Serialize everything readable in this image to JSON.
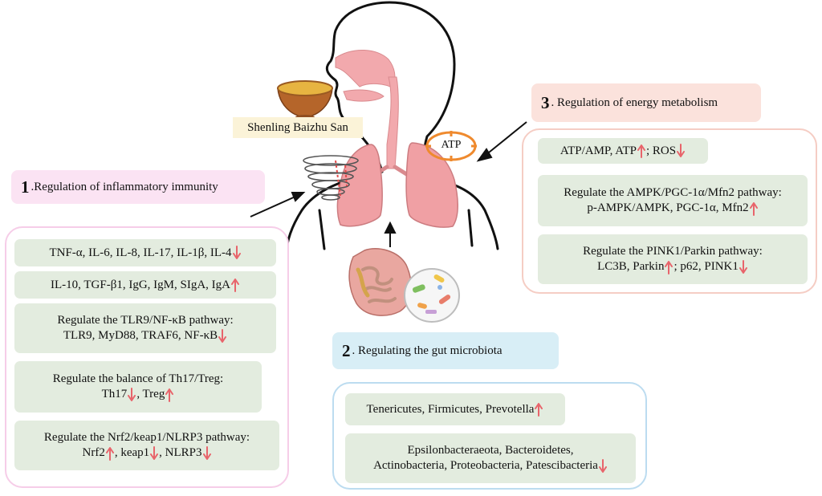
{
  "center": {
    "label": "Shenling Baizhu San",
    "atp_label": "ATP"
  },
  "section1": {
    "number": "1",
    "title": ".Regulation of inflammatory immunity",
    "items": [
      {
        "lines": [
          [
            {
              "t": "TNF-α, IL-6, IL-8, IL-17, IL-1β, IL-4"
            },
            {
              "a": "down"
            }
          ]
        ]
      },
      {
        "lines": [
          [
            {
              "t": "IL-10, TGF-β1, IgG, IgM, SIgA, IgA"
            },
            {
              "a": "up"
            }
          ]
        ]
      },
      {
        "lines": [
          [
            {
              "t": "Regulate the TLR9/NF-κB pathway:"
            }
          ],
          [
            {
              "t": "TLR9, MyD88, TRAF6, NF-κB"
            },
            {
              "a": "down"
            }
          ]
        ]
      },
      {
        "lines": [
          [
            {
              "t": "Regulate the balance of Th17/Treg:"
            }
          ],
          [
            {
              "t": "Th17"
            },
            {
              "a": "down"
            },
            {
              "t": ", Treg"
            },
            {
              "a": "up"
            }
          ]
        ]
      },
      {
        "lines": [
          [
            {
              "t": "Regulate the Nrf2/keap1/NLRP3 pathway:"
            }
          ],
          [
            {
              "t": "Nrf2"
            },
            {
              "a": "up"
            },
            {
              "t": ", keap1"
            },
            {
              "a": "down"
            },
            {
              "t": ", NLRP3"
            },
            {
              "a": "down"
            }
          ]
        ]
      }
    ]
  },
  "section2": {
    "number": "2",
    "title": ". Regulating the gut microbiota",
    "items": [
      {
        "lines": [
          [
            {
              "t": "Tenericutes, Firmicutes, Prevotella"
            },
            {
              "a": "up"
            }
          ]
        ]
      },
      {
        "lines": [
          [
            {
              "t": "Epsilonbacteraeota, Bacteroidetes,"
            }
          ],
          [
            {
              "t": "Actinobacteria, Proteobacteria, Patescibacteria"
            },
            {
              "a": "down"
            }
          ]
        ]
      }
    ]
  },
  "section3": {
    "number": "3",
    "title": ". Regulation of energy metabolism",
    "items": [
      {
        "lines": [
          [
            {
              "t": "ATP/AMP, ATP"
            },
            {
              "a": "up"
            },
            {
              "t": "; ROS"
            },
            {
              "a": "down"
            }
          ]
        ]
      },
      {
        "lines": [
          [
            {
              "t": "Regulate the AMPK/PGC-1α/Mfn2 pathway:"
            }
          ],
          [
            {
              "t": "p-AMPK/AMPK, PGC-1α, Mfn2"
            },
            {
              "a": "up"
            }
          ]
        ]
      },
      {
        "lines": [
          [
            {
              "t": "Regulate the PINK1/Parkin pathway:"
            }
          ],
          [
            {
              "t": "LC3B, Parkin"
            },
            {
              "a": "up"
            },
            {
              "t": "; p62, PINK1"
            },
            {
              "a": "down"
            }
          ]
        ]
      }
    ]
  },
  "colors": {
    "arrow": "#e8646b",
    "item_bg": "#e3ecdf",
    "pill1": "#fbe3f3",
    "pill2": "#d8eef6",
    "pill3": "#fbe2dc",
    "border1": "#f6cde8",
    "border2": "#bcdcf0",
    "border3": "#f5cdc4",
    "lung": "#f0a0a4",
    "airway": "#f2a9ad",
    "bowl": "#b5652a",
    "atp_ring": "#ef8a2e"
  }
}
